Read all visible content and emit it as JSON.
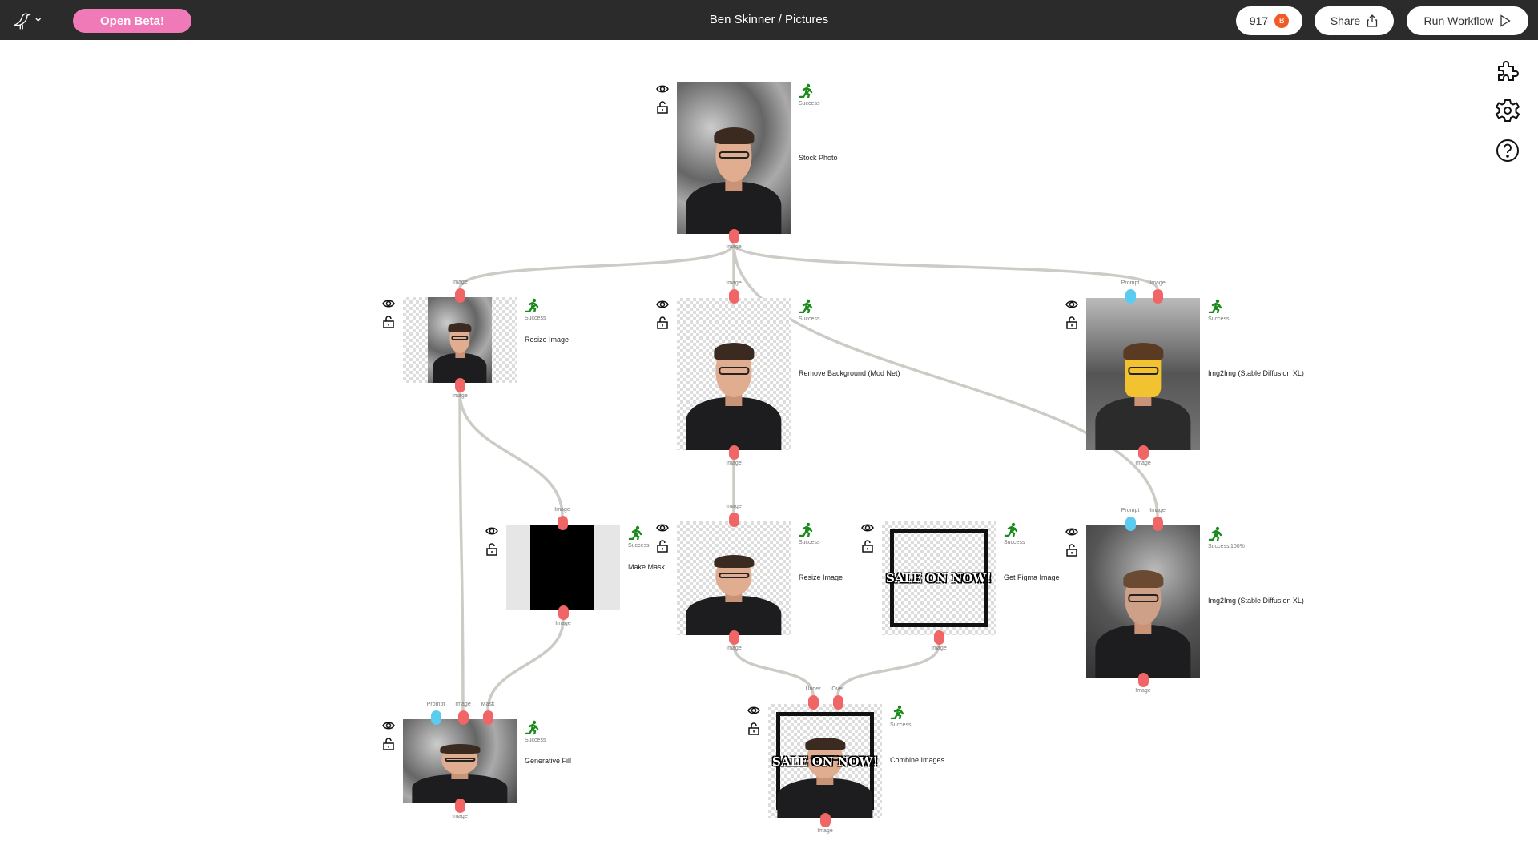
{
  "header": {
    "logo_icon": "bird-logo-icon",
    "beta_label": "Open Beta!",
    "title": "Ben Skinner / Pictures",
    "credits": "917",
    "credits_badge": "B",
    "share_label": "Share",
    "run_label": "Run Workflow"
  },
  "right_toolbar": [
    "puzzle-icon",
    "gear-icon",
    "help-icon"
  ],
  "colors": {
    "image_port": "#f06565",
    "prompt_port": "#5ccbf0",
    "success": "#1a8a1a",
    "edge": "#cdcbc6",
    "beta": "#f079b8"
  },
  "nodes": [
    {
      "id": "stock",
      "label": "Stock Photo",
      "status": "Success",
      "inputs": [],
      "output": "Image",
      "thumb": "photo"
    },
    {
      "id": "resize1",
      "label": "Resize Image",
      "status": "Success",
      "inputs": [
        "Image"
      ],
      "output": "Image",
      "thumb": "resize"
    },
    {
      "id": "removebg",
      "label": "Remove Background (Mod Net)",
      "status": "Success",
      "inputs": [
        "Image"
      ],
      "output": "Image",
      "thumb": "cutout"
    },
    {
      "id": "img2img1",
      "label": "Img2Img (Stable Diffusion XL)",
      "status": "Success",
      "inputs": [
        "Prompt",
        "Image"
      ],
      "output": "Image",
      "thumb": "lego"
    },
    {
      "id": "mask",
      "label": "Make Mask",
      "status": "Success",
      "inputs": [
        "Image"
      ],
      "output": "Image",
      "thumb": "mask"
    },
    {
      "id": "resize2",
      "label": "Resize Image",
      "status": "Success",
      "inputs": [
        "Image"
      ],
      "output": "Image",
      "thumb": "cutout"
    },
    {
      "id": "figma",
      "label": "Get Figma Image",
      "status": "Success",
      "inputs": [],
      "output": "Image",
      "thumb": "figma",
      "overlay_text": "SALE ON NOW!"
    },
    {
      "id": "img2img2",
      "label": "Img2Img (Stable Diffusion XL)",
      "status": "Success",
      "progress": "100%",
      "inputs": [
        "Prompt",
        "Image"
      ],
      "output": "Image",
      "thumb": "chris"
    },
    {
      "id": "genfill",
      "label": "Generative Fill",
      "status": "Success",
      "inputs": [
        "Prompt",
        "Image",
        "Mask"
      ],
      "output": "Image",
      "thumb": "photo"
    },
    {
      "id": "combine",
      "label": "Combine Images",
      "status": "Success",
      "inputs": [
        "Under",
        "Over"
      ],
      "output": "Image",
      "thumb": "combine",
      "overlay_text": "SALE ON NOW!"
    }
  ],
  "edges": [
    {
      "from": "stock",
      "to": "resize1",
      "input": "Image"
    },
    {
      "from": "stock",
      "to": "removebg",
      "input": "Image"
    },
    {
      "from": "stock",
      "to": "img2img1",
      "input": "Image"
    },
    {
      "from": "stock",
      "to": "img2img2",
      "input": "Image"
    },
    {
      "from": "resize1",
      "to": "mask",
      "input": "Image"
    },
    {
      "from": "resize1",
      "to": "genfill",
      "input": "Image"
    },
    {
      "from": "mask",
      "to": "genfill",
      "input": "Mask"
    },
    {
      "from": "removebg",
      "to": "resize2",
      "input": "Image"
    },
    {
      "from": "resize2",
      "to": "combine",
      "input": "Under"
    },
    {
      "from": "figma",
      "to": "combine",
      "input": "Over"
    }
  ]
}
